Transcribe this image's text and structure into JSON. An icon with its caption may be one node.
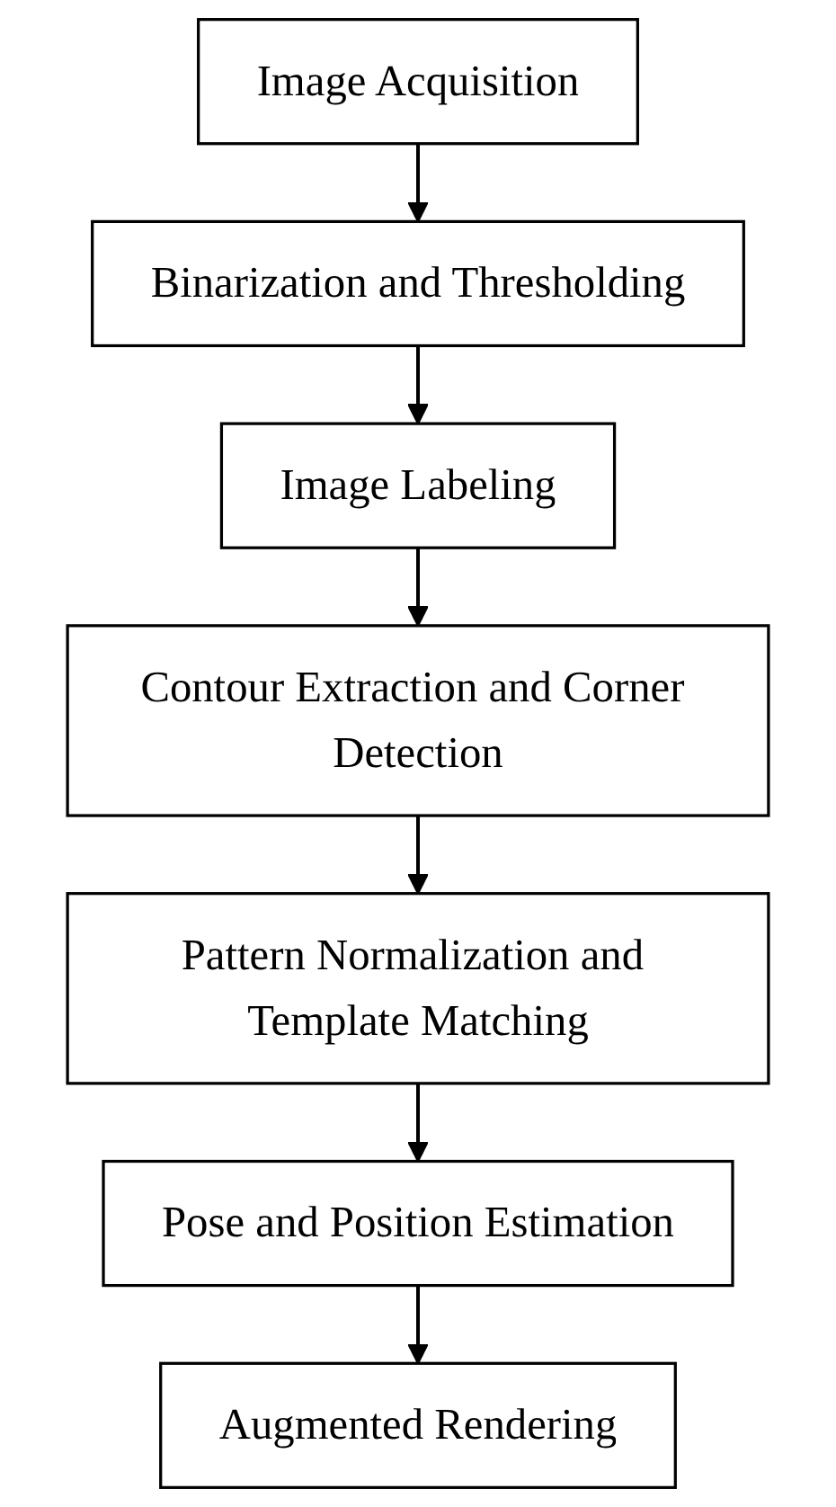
{
  "diagram": {
    "nodes": [
      {
        "text": [
          "Image Acquisition"
        ]
      },
      {
        "text": [
          "Binarization and Thresholding"
        ]
      },
      {
        "text": [
          "Image Labeling"
        ]
      },
      {
        "text": [
          "Contour Extraction and Corner Detection"
        ]
      },
      {
        "text": [
          "Pattern Normalization and Template Matching"
        ]
      },
      {
        "text": [
          "Pose and Position Estimation"
        ]
      },
      {
        "text": [
          "Augmented Rendering"
        ]
      }
    ],
    "edges": [
      {
        "from": 0,
        "to": 1,
        "arrow": "to"
      },
      {
        "from": 1,
        "to": 2,
        "arrow": "to"
      },
      {
        "from": 2,
        "to": 3,
        "arrow": "to"
      },
      {
        "from": 3,
        "to": 4,
        "arrow": "to"
      },
      {
        "from": 4,
        "to": 5,
        "arrow": "to"
      },
      {
        "from": 5,
        "to": 6,
        "arrow": "to"
      }
    ]
  }
}
